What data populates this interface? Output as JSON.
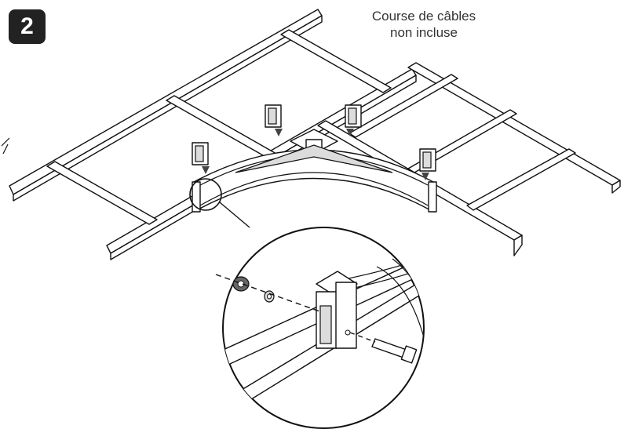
{
  "step": {
    "number": "2"
  },
  "note": {
    "line1": "Course de câbles",
    "line2": "non incluse"
  }
}
